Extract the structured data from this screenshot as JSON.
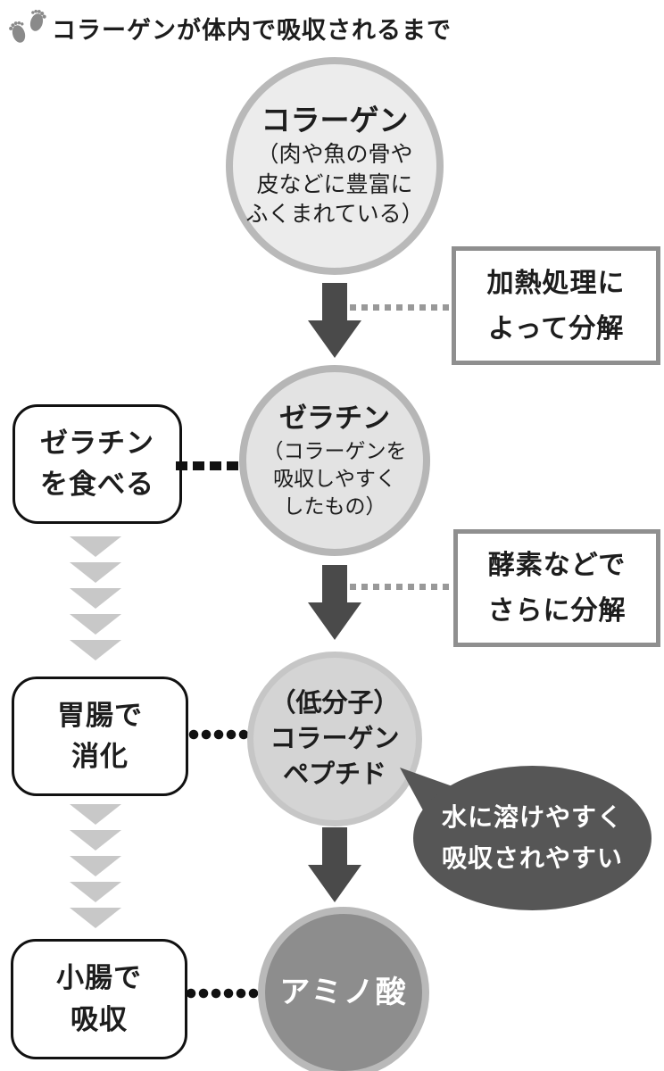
{
  "header": {
    "title": "コラーゲンが体内で吸収されるまで"
  },
  "nodes": {
    "collagen": {
      "title": "コラーゲン",
      "line1": "（肉や魚の骨や",
      "line2": "皮などに豊富に",
      "line3": "ふくまれている）"
    },
    "gelatin": {
      "title": "ゼラチン",
      "line1": "（コラーゲンを",
      "line2": "吸収しやすく",
      "line3": "したもの）"
    },
    "peptide": {
      "line1": "（低分子）",
      "line2": "コラーゲン",
      "line3": "ペプチド"
    },
    "amino": {
      "title": "アミノ酸"
    }
  },
  "process_labels": {
    "heat": {
      "line1": "加熱処理に",
      "line2": "よって分解"
    },
    "enzyme": {
      "line1": "酵素などで",
      "line2": "さらに分解"
    }
  },
  "action_labels": {
    "eat": {
      "line1": "ゼラチン",
      "line2": "を食べる"
    },
    "digest": {
      "line1": "胃腸で",
      "line2": "消化"
    },
    "absorb": {
      "line1": "小腸で",
      "line2": "吸収"
    }
  },
  "callout": {
    "line1": "水に溶けやすく",
    "line2": "吸収されやすい"
  },
  "colors": {
    "ink": "#1d1d1d",
    "arrow-dark": "#4a4a4a",
    "circle1-fill": "#ececec",
    "circle1-border": "#b9b9b9",
    "circle2-fill": "#e3e3e3",
    "circle2-border": "#b6b6b6",
    "circle3-fill": "#d4d4d4",
    "circle3-border": "#c6c6c6",
    "circle4-fill": "#8d8d8d",
    "circle4-border": "#b9b9b9",
    "callout-fill": "#565656",
    "callout-text": "#ffffff",
    "chevron": "#c8c8c8",
    "gray-dot": "#999999",
    "black-ink": "#111111",
    "right-box-border": "#8f8f8f",
    "footprint": "#8a8a8a"
  }
}
